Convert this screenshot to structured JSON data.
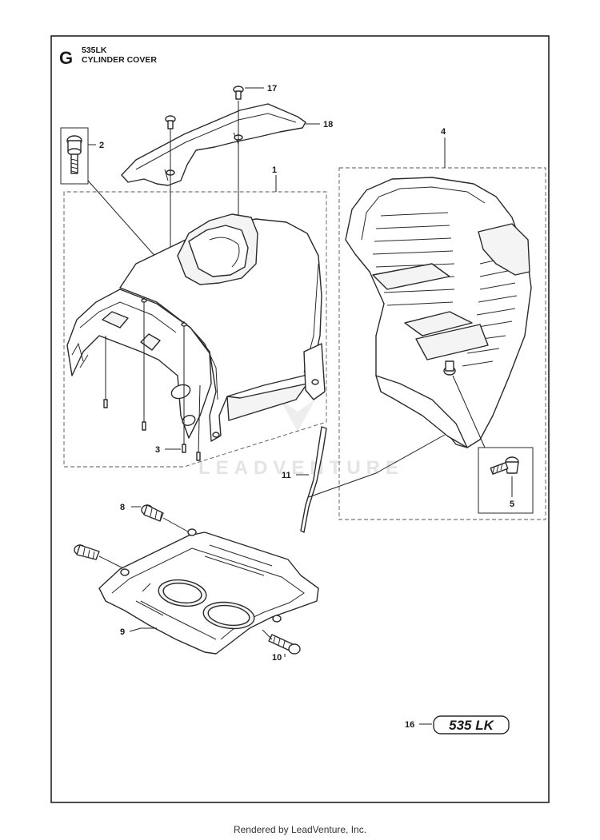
{
  "header": {
    "section_letter": "G",
    "model": "535LK",
    "title": "CYLINDER COVER"
  },
  "callouts": [
    "1",
    "2",
    "3",
    "4",
    "5",
    "8",
    "9",
    "10",
    "11",
    "16",
    "17",
    "18"
  ],
  "decal": {
    "text": "535 LK"
  },
  "watermark": {
    "text": "LEADVENTURE"
  },
  "footer": {
    "text": "Rendered by LeadVenture, Inc."
  }
}
